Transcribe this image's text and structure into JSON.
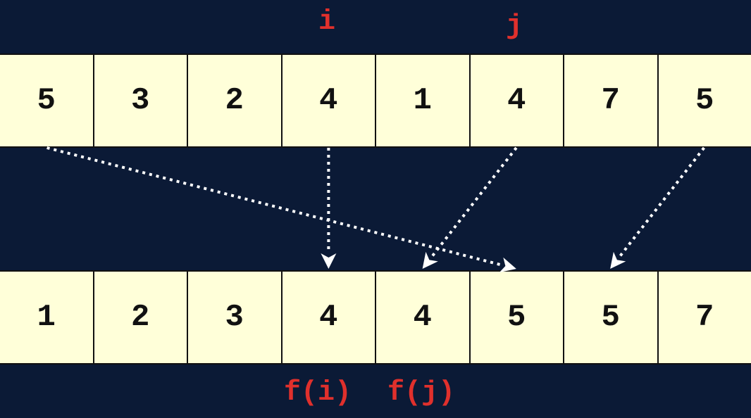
{
  "top_row": [
    "5",
    "3",
    "2",
    "4",
    "1",
    "4",
    "7",
    "5"
  ],
  "bottom_row": [
    "1",
    "2",
    "3",
    "4",
    "4",
    "5",
    "5",
    "7"
  ],
  "labels": {
    "i": "i",
    "j": "j",
    "f_i": "f(i)",
    "f_j": "f(j)"
  },
  "arrows": [
    {
      "from_top_index": 0,
      "to_bottom_index": 5
    },
    {
      "from_top_index": 3,
      "to_bottom_index": 3
    },
    {
      "from_top_index": 5,
      "to_bottom_index": 4
    },
    {
      "from_top_index": 7,
      "to_bottom_index": 6
    }
  ],
  "colors": {
    "background": "#0b1a36",
    "cell_fill": "#ffffd9",
    "label": "#e0302c",
    "arrow": "#ffffff"
  }
}
